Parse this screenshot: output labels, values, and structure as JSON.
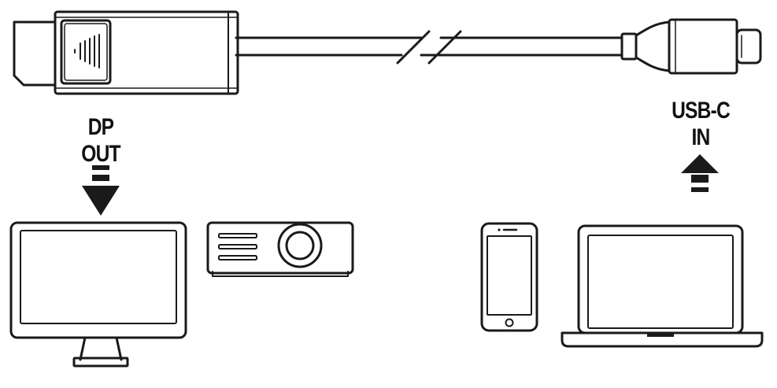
{
  "labels": {
    "dp_out": [
      "DP",
      "OUT"
    ],
    "usbc_in": [
      "USB-C",
      "IN"
    ]
  },
  "colors": {
    "stroke": "#1a1a1a",
    "fill": "#ffffff",
    "text": "#111111"
  }
}
